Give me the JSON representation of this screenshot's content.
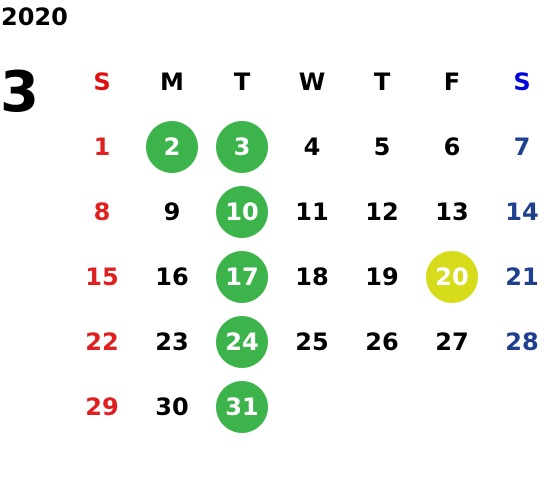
{
  "year": "2020",
  "month": "3",
  "weekdays": [
    "S",
    "M",
    "T",
    "W",
    "T",
    "F",
    "S"
  ],
  "colors": {
    "sunday_header": "#e01010",
    "saturday_header": "#0000dd",
    "sunday_date": "#e02020",
    "saturday_date": "#1f3f8f",
    "weekday": "#000000",
    "highlight_green": "#3cb44b",
    "highlight_yellow": "#d6dc1a",
    "highlight_text": "#ffffff"
  },
  "weeks": [
    [
      {
        "day": "1",
        "highlight": null
      },
      {
        "day": "2",
        "highlight": "green"
      },
      {
        "day": "3",
        "highlight": "green"
      },
      {
        "day": "4",
        "highlight": null
      },
      {
        "day": "5",
        "highlight": null
      },
      {
        "day": "6",
        "highlight": null
      },
      {
        "day": "7",
        "highlight": null
      }
    ],
    [
      {
        "day": "8",
        "highlight": null
      },
      {
        "day": "9",
        "highlight": null
      },
      {
        "day": "10",
        "highlight": "green"
      },
      {
        "day": "11",
        "highlight": null
      },
      {
        "day": "12",
        "highlight": null
      },
      {
        "day": "13",
        "highlight": null
      },
      {
        "day": "14",
        "highlight": null
      }
    ],
    [
      {
        "day": "15",
        "highlight": null
      },
      {
        "day": "16",
        "highlight": null
      },
      {
        "day": "17",
        "highlight": "green"
      },
      {
        "day": "18",
        "highlight": null
      },
      {
        "day": "19",
        "highlight": null
      },
      {
        "day": "20",
        "highlight": "yellow"
      },
      {
        "day": "21",
        "highlight": null
      }
    ],
    [
      {
        "day": "22",
        "highlight": null
      },
      {
        "day": "23",
        "highlight": null
      },
      {
        "day": "24",
        "highlight": "green"
      },
      {
        "day": "25",
        "highlight": null
      },
      {
        "day": "26",
        "highlight": null
      },
      {
        "day": "27",
        "highlight": null
      },
      {
        "day": "28",
        "highlight": null
      }
    ],
    [
      {
        "day": "29",
        "highlight": null
      },
      {
        "day": "30",
        "highlight": null
      },
      {
        "day": "31",
        "highlight": "green"
      },
      {
        "day": "",
        "highlight": null
      },
      {
        "day": "",
        "highlight": null
      },
      {
        "day": "",
        "highlight": null
      },
      {
        "day": "",
        "highlight": null
      }
    ]
  ]
}
